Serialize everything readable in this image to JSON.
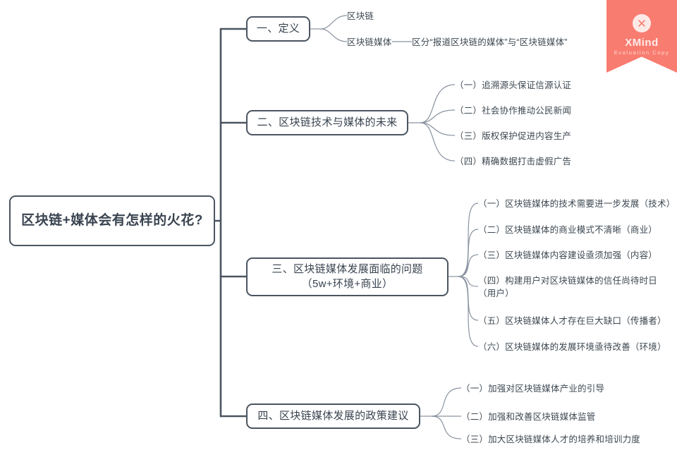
{
  "watermark": {
    "brand": "XMind",
    "subtitle": "Evaluation Copy",
    "logo_icon": "xmind-x-logo-icon",
    "color": "#f97c70"
  },
  "theme": {
    "background": "#ffffff",
    "node_border": "#4a5560",
    "node_fill": "#ffffff",
    "trunk_line": "#4a5560",
    "sub_line": "#8a93a0",
    "text": "#3a4450"
  },
  "map": {
    "root": {
      "label": "区块链+媒体会有怎样的火花?"
    },
    "branches": [
      {
        "label": "一、定义",
        "children": [
          {
            "label": "区块链",
            "children": []
          },
          {
            "label": "区块链媒体",
            "children": [
              {
                "label": "区分“报道区块链的媒体”与“区块链媒体”"
              }
            ]
          }
        ]
      },
      {
        "label": "二、区块链技术与媒体的未来",
        "children": [
          {
            "label": "（一）追溯源头保证信源认证",
            "children": []
          },
          {
            "label": "（二）社会协作推动公民新闻",
            "children": []
          },
          {
            "label": "（三）版权保护促进内容生产",
            "children": []
          },
          {
            "label": "（四）精确数据打击虚假广告",
            "children": []
          }
        ]
      },
      {
        "label": "三、区块链媒体发展面临的问题（5w+环境+商业）",
        "children": [
          {
            "label": "（一）区块链媒体的技术需要进一步发展（技术）",
            "children": []
          },
          {
            "label": "（二）区块链媒体的商业模式不清晰（商业）",
            "children": []
          },
          {
            "label": "（三）区块链媒体内容建设亟须加强（内容）",
            "children": []
          },
          {
            "label": "（四）构建用户对区块链媒体的信任尚待时日（用户）",
            "children": []
          },
          {
            "label": "（五）区块链媒体人才存在巨大缺口（传播者）",
            "children": []
          },
          {
            "label": "（六）区块链媒体的发展环境亟待改善（环境）",
            "children": []
          }
        ]
      },
      {
        "label": "四、区块链媒体发展的政策建议",
        "children": [
          {
            "label": "（一）加强对区块链媒体产业的引导",
            "children": []
          },
          {
            "label": "（二）加强和改善区块链媒体监管",
            "children": []
          },
          {
            "label": "（三）加大区块链媒体人才的培养和培训力度",
            "children": []
          }
        ]
      }
    ]
  }
}
